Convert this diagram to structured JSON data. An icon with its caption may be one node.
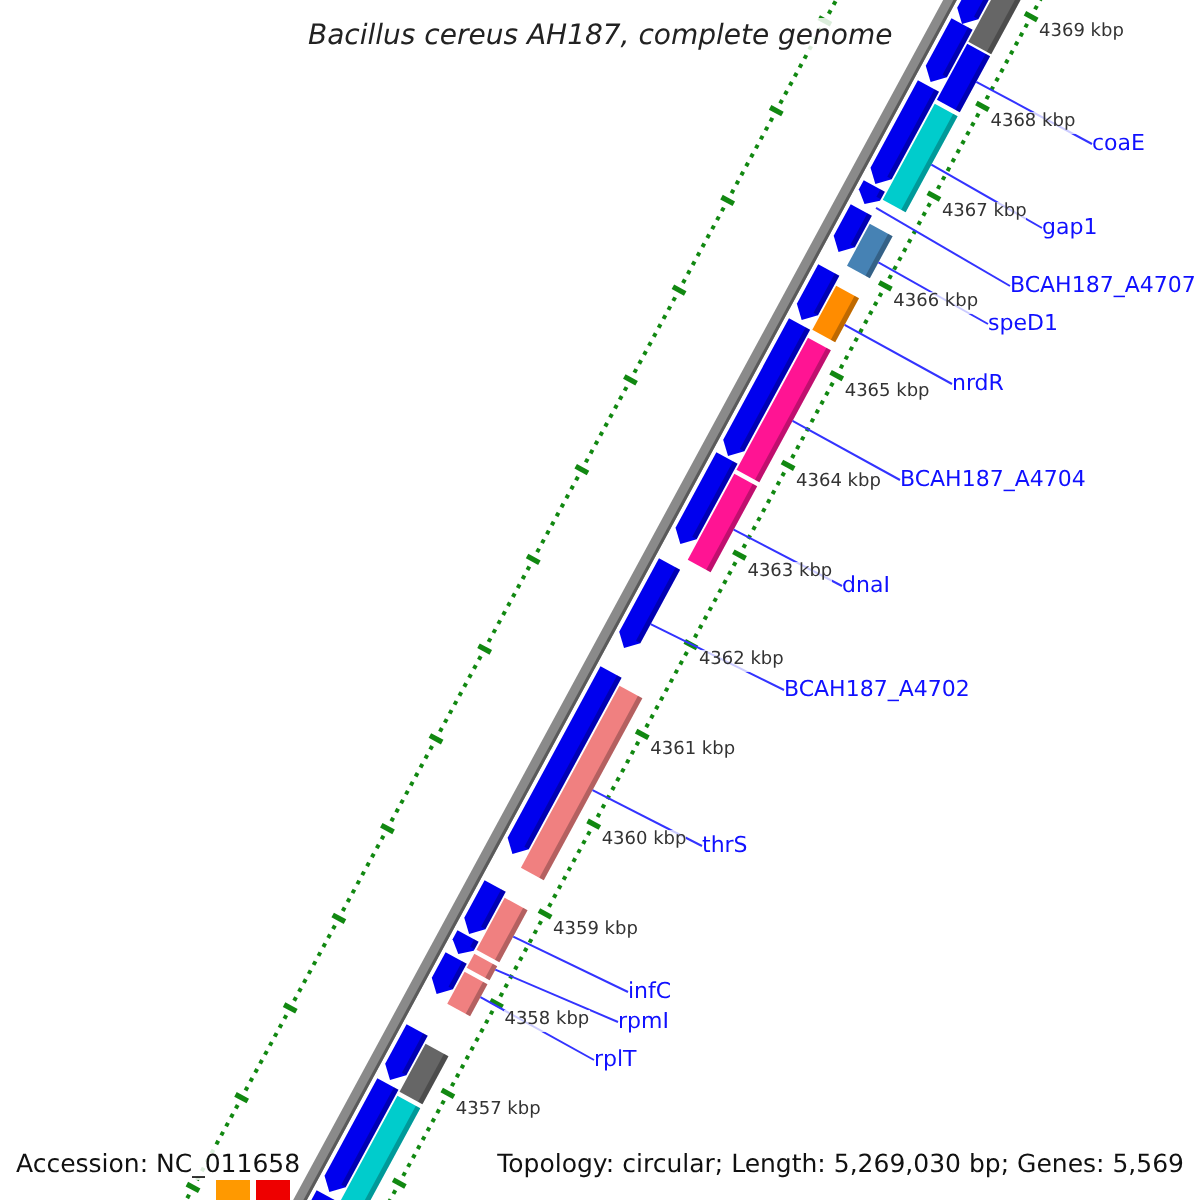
{
  "diagram": {
    "title": "Bacillus cereus AH187, complete genome",
    "nodes": [
      {
        "text": [
          "coaE"
        ]
      },
      {
        "text": [
          "gap1"
        ]
      },
      {
        "text": [
          "BCAH187_A4707"
        ]
      },
      {
        "text": [
          "speD1"
        ]
      },
      {
        "text": [
          "nrdR"
        ]
      },
      {
        "text": [
          "BCAH187_A4704"
        ]
      },
      {
        "text": [
          "dnaI"
        ]
      },
      {
        "text": [
          "BCAH187_A4702"
        ]
      },
      {
        "text": [
          "thrS"
        ]
      },
      {
        "text": [
          "infC"
        ]
      },
      {
        "text": [
          "rpmI"
        ]
      },
      {
        "text": [
          "rplT"
        ]
      },
      {
        "text": [],
        "shape": "bar"
      },
      {
        "text": [],
        "shape": "bar"
      },
      {
        "text": [],
        "shape": "bar"
      },
      {
        "text": [],
        "shape": "bar"
      },
      {
        "text": [],
        "shape": "bar"
      },
      {
        "text": [],
        "shape": "bar"
      },
      {
        "text": [],
        "shape": "bar"
      },
      {
        "text": [],
        "shape": "bar"
      },
      {
        "text": [],
        "shape": "bar"
      },
      {
        "text": [],
        "shape": "bar"
      },
      {
        "text": [],
        "shape": "bar"
      },
      {
        "text": [],
        "shape": "bar"
      },
      {
        "text": [],
        "shape": "bar"
      }
    ],
    "edges": [
      {
        "from": 0,
        "to": 12,
        "arrow": "none"
      },
      {
        "from": 1,
        "to": 13,
        "arrow": "none"
      },
      {
        "from": 2,
        "to": 14,
        "arrow": "none"
      },
      {
        "from": 3,
        "to": 15,
        "arrow": "none"
      },
      {
        "from": 4,
        "to": 16,
        "arrow": "none"
      },
      {
        "from": 5,
        "to": 17,
        "arrow": "none"
      },
      {
        "from": 6,
        "to": 18,
        "arrow": "none"
      },
      {
        "from": 7,
        "to": 19,
        "arrow": "none"
      },
      {
        "from": 8,
        "to": 20,
        "arrow": "none"
      },
      {
        "from": 9,
        "to": 21,
        "arrow": "none"
      },
      {
        "from": 10,
        "to": 22,
        "arrow": "none"
      },
      {
        "from": 11,
        "to": 23,
        "arrow": "none"
      }
    ],
    "labels": [
      "4369 kbp",
      "4368 kbp",
      "4367 kbp",
      "4366 kbp",
      "4365 kbp",
      "4364 kbp",
      "4363 kbp",
      "4362 kbp",
      "4361 kbp",
      "4360 kbp",
      "4359 kbp",
      "4358 kbp",
      "4357 kbp",
      "Accession: NC_011658",
      "Topology: circular; Length: 5,269,030 bp; Genes: 5,569"
    ]
  }
}
